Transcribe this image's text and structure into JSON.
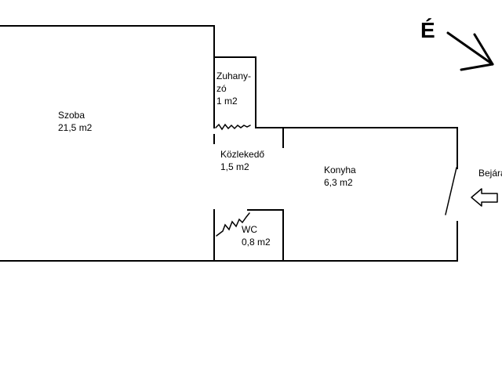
{
  "colors": {
    "wall": "#000000",
    "background": "#ffffff"
  },
  "compass": {
    "letter": "É",
    "icon": "north-arrow-icon"
  },
  "entrance": {
    "label": "Bejárat",
    "icon": "arrow-left-outline-icon"
  },
  "rooms": {
    "szoba": {
      "name": "Szoba",
      "area": "21,5 m2"
    },
    "zuhanyzo": {
      "name_line1": "Zuhany-",
      "name_line2": "zó",
      "area": "1 m2"
    },
    "kozlekedo": {
      "name": "Közlekedő",
      "area": "1,5 m2"
    },
    "konyha": {
      "name": "Konyha",
      "area": "6,3 m2"
    },
    "wc": {
      "name": "WC",
      "area": "0,8 m2"
    }
  }
}
